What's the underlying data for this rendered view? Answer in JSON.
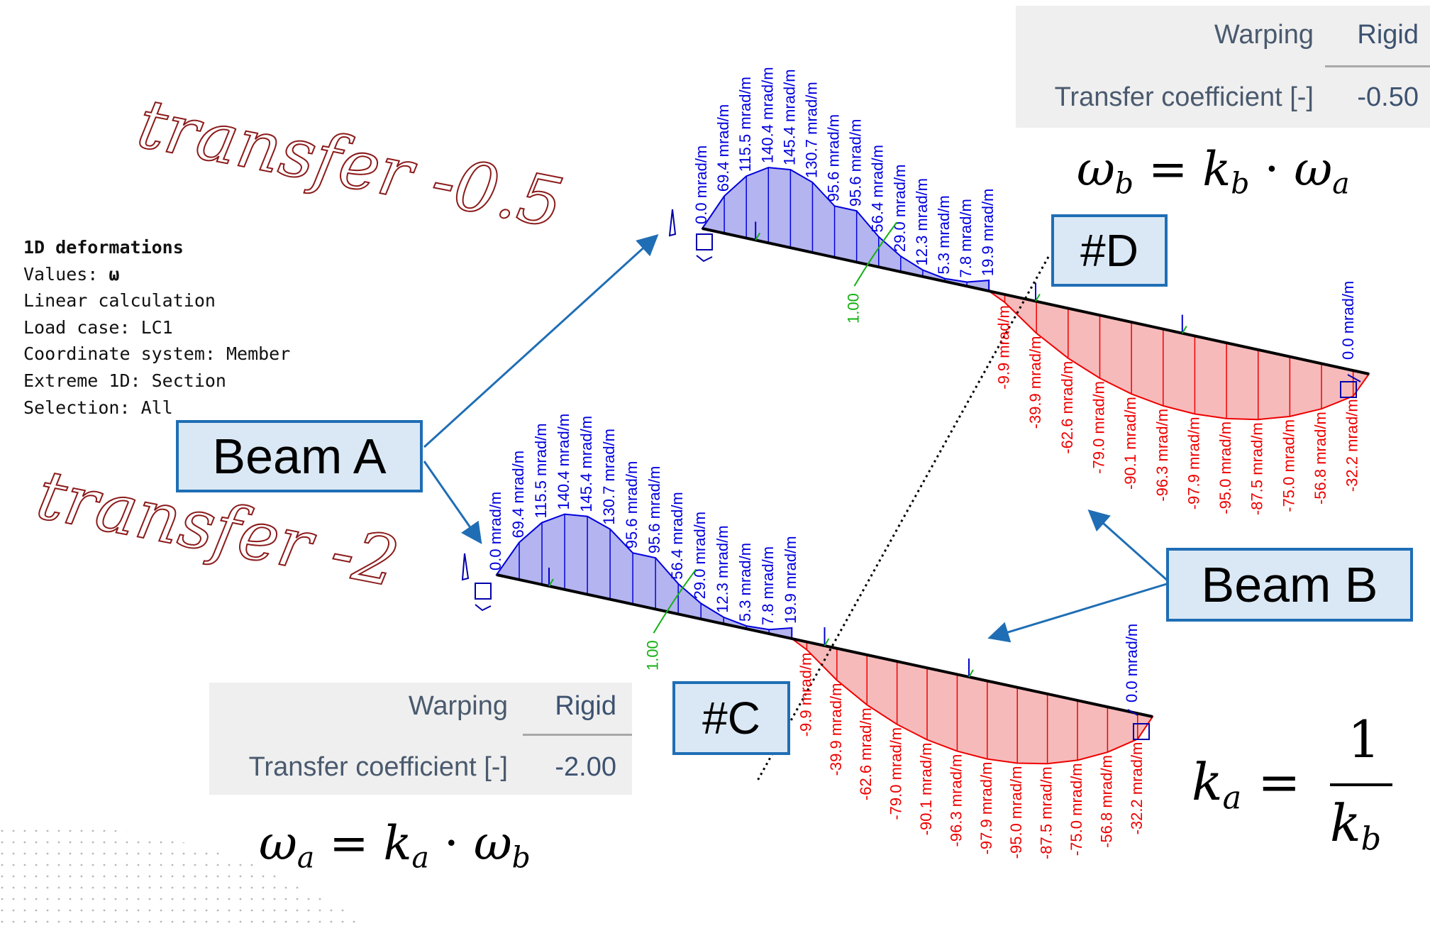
{
  "info_panel": {
    "title": "1D deformations",
    "values_label": "Values: ",
    "values_symbol": "ω",
    "lines": [
      "Linear calculation",
      "Load case: LC1",
      "Coordinate system: Member",
      "Extreme 1D: Section",
      "Selection: All"
    ]
  },
  "watermarks": {
    "top": "transfer -0.5",
    "bottom": "transfer -2"
  },
  "table_top": {
    "warping_label": "Warping",
    "warping_value": "Rigid",
    "coef_label": "Transfer coefficient [-]",
    "coef_value": "-0.50"
  },
  "table_bottom": {
    "warping_label": "Warping",
    "warping_value": "Rigid",
    "coef_label": "Transfer coefficient [-]",
    "coef_value": "-2.00"
  },
  "callouts": {
    "beam_a": "Beam A",
    "beam_b": "Beam B",
    "node_d": "#D",
    "node_c": "#C"
  },
  "equations": {
    "top": {
      "lhs": "ω",
      "lhs_sub": "b",
      "k": "k",
      "k_sub": "b",
      "rhs": "ω",
      "rhs_sub": "a"
    },
    "bottom": {
      "lhs": "ω",
      "lhs_sub": "a",
      "k": "k",
      "k_sub": "a",
      "rhs": "ω",
      "rhs_sub": "b"
    },
    "fraction": {
      "lhs": "k",
      "lhs_sub": "a",
      "num": "1",
      "den": "k",
      "den_sub": "b"
    }
  },
  "chart_data": {
    "type": "area",
    "unit": "mrad/m",
    "beam_a_labels": [
      "0.0 mrad/m",
      "69.4 mrad/m",
      "115.5 mrad/m",
      "140.4 mrad/m",
      "145.4 mrad/m",
      "130.7 mrad/m",
      "95.6 mrad/m",
      "95.6 mrad/m",
      "56.4 mrad/m",
      "29.0 mrad/m",
      "12.3 mrad/m",
      "5.3 mrad/m",
      "7.8 mrad/m",
      "19.9 mrad/m"
    ],
    "beam_a_values": [
      0.0,
      69.4,
      115.5,
      140.4,
      145.4,
      130.7,
      95.6,
      95.6,
      56.4,
      29.0,
      12.3,
      5.3,
      7.8,
      19.9
    ],
    "beam_a_marker": "1.00",
    "beam_b_labels": [
      "-9.9 mrad/m",
      "-39.9 mrad/m",
      "-62.6 mrad/m",
      "-79.0 mrad/m",
      "-90.1 mrad/m",
      "-96.3 mrad/m",
      "-97.9 mrad/m",
      "-95.0 mrad/m",
      "-87.5 mrad/m",
      "-75.0 mrad/m",
      "-56.8 mrad/m",
      "-32.2 mrad/m"
    ],
    "beam_b_values": [
      -9.9,
      -39.9,
      -62.6,
      -79.0,
      -90.1,
      -96.3,
      -97.9,
      -95.0,
      -87.5,
      -75.0,
      -56.8,
      -32.2
    ],
    "beam_b_end_label": "0.0 mrad/m",
    "colors": {
      "positive": "#0000dd",
      "positive_fill": "#b4b4f0",
      "negative": "#ee0000",
      "negative_fill": "#f7baba",
      "marker": "#12b012",
      "callout_border": "#1f6eb5",
      "callout_fill": "#dae8f5",
      "watermark": "#8b1a1a"
    }
  }
}
